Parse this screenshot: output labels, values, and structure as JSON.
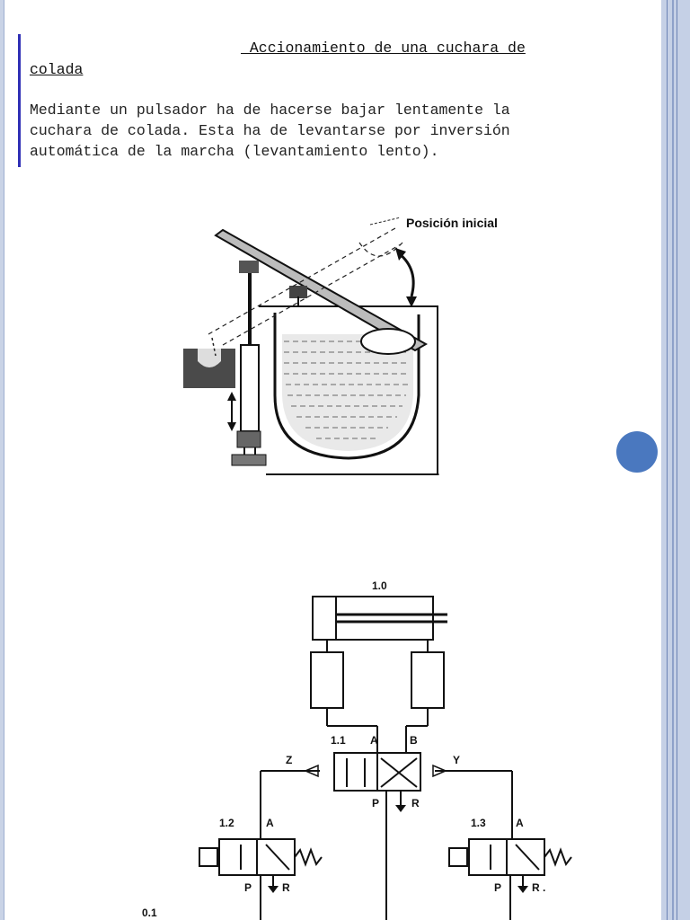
{
  "document": {
    "title_part1": " Accionamiento de una cuchara de",
    "title_part2": "colada",
    "body_lines": [
      "Mediante un pulsador ha de hacerse bajar lentamente la",
      "cuchara de colada. Esta ha de levantarse por inversión",
      "automática de la marcha (levantamiento lento)."
    ]
  },
  "figure_top": {
    "label": "Posición inicial"
  },
  "schematic": {
    "cylinder_label": "1.0",
    "valve_main_label": "1.1",
    "port_a": "A",
    "port_b": "B",
    "signal_z": "Z",
    "signal_y": "Y",
    "port_p": "P",
    "port_r": "R",
    "valve_left_label": "1.2",
    "valve_right_label": "1.3",
    "supply_label": "0.1",
    "port_r_dot": "R ."
  },
  "colors": {
    "accent_bar": "#2f2fb5",
    "dot": "#4a78bf",
    "rail": "#c5d0e6"
  }
}
